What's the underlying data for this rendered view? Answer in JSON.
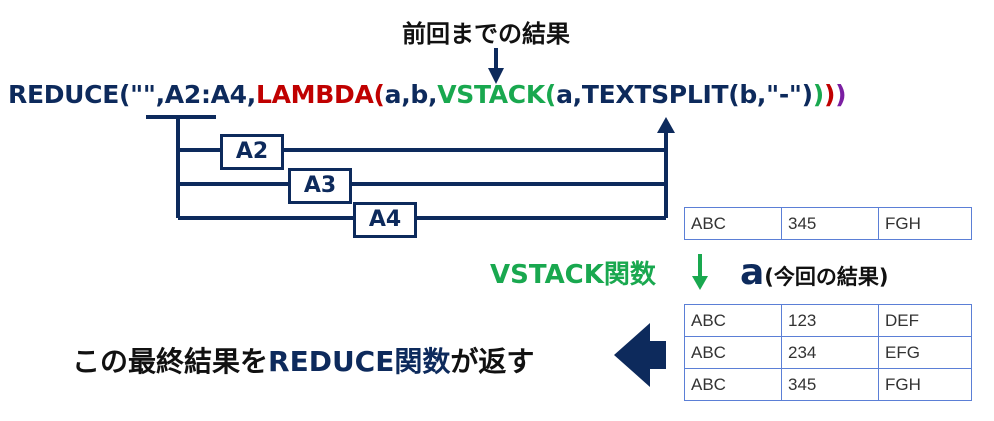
{
  "top_caption": "前回までの結果",
  "formula": {
    "reduce_open": "REDUCE(",
    "init": "\"\",",
    "range": "A2:A4",
    "comma1": ",",
    "lambda_open": "LAMBDA(",
    "params": "a,b,",
    "vstack_open": "VSTACK(",
    "arg_a": "a,",
    "textsplit": "TEXTSPLIT(b,\"-\")",
    "close1": ")",
    "close2": ")",
    "close3": ")"
  },
  "iterations": [
    "A2",
    "A3",
    "A4"
  ],
  "prev_row": [
    "ABC",
    "345",
    "FGH"
  ],
  "vstack_label": "VSTACK関数",
  "current_label": {
    "a": "a",
    "rest": "(今回の結果)"
  },
  "result_rows": [
    [
      "ABC",
      "123",
      "DEF"
    ],
    [
      "ABC",
      "234",
      "EFG"
    ],
    [
      "ABC",
      "345",
      "FGH"
    ]
  ],
  "final_caption": {
    "part1": "この最終結果を",
    "part2": "REDUCE関数",
    "part3": "が返す"
  },
  "colors": {
    "navy": "#0d2a5c",
    "red": "#c00000",
    "green": "#19a84f",
    "purple": "#7b1fa2",
    "blue": "#1f3fbf",
    "cell_border": "#5b7fd6"
  }
}
